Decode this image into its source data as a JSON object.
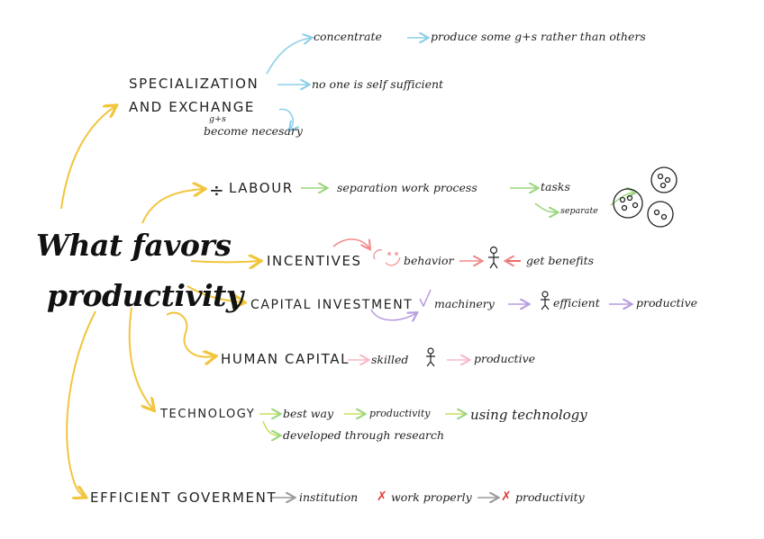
{
  "center": {
    "line1": "What favors",
    "line2": "productivity"
  },
  "specialization": {
    "title_line1": "SPECIALIZATION",
    "title_line2": "AND EXCHANGE",
    "concentrate": "concentrate",
    "produce_some": "produce some g+s rather than others",
    "no_one": "no one is self sufficient",
    "gs": "g+s",
    "become_necessary": "become necesary"
  },
  "labour": {
    "division_symbol": "÷",
    "title": "LABOUR",
    "separation": "separation work process",
    "tasks": "tasks",
    "separate": "separate"
  },
  "incentives": {
    "title": "INCENTIVES",
    "behavior": "behavior",
    "get_benefits": "get benefits"
  },
  "capital": {
    "title": "CAPITAL INVESTMENT",
    "machinery": "machinery",
    "efficient": "efficient",
    "productive": "productive"
  },
  "human": {
    "title": "HUMAN CAPITAL",
    "skilled": "skilled",
    "productive": "productive"
  },
  "technology": {
    "title": "TECHNOLOGY",
    "best_way": "best way",
    "productivity": "productivity",
    "using": "using technology",
    "developed": "developed through research"
  },
  "government": {
    "title": "EFFICIENT GOVERMENT",
    "institution": "institution",
    "work_properly": "work properly",
    "productivity": "productivity"
  },
  "colors": {
    "yellow": "#f2c53d",
    "blue": "#8ccfe8",
    "green": "#9bd67f",
    "red": "#f08a8a",
    "purple": "#b79be0",
    "pink": "#f7b9c6",
    "gray": "#9a9a9a"
  }
}
